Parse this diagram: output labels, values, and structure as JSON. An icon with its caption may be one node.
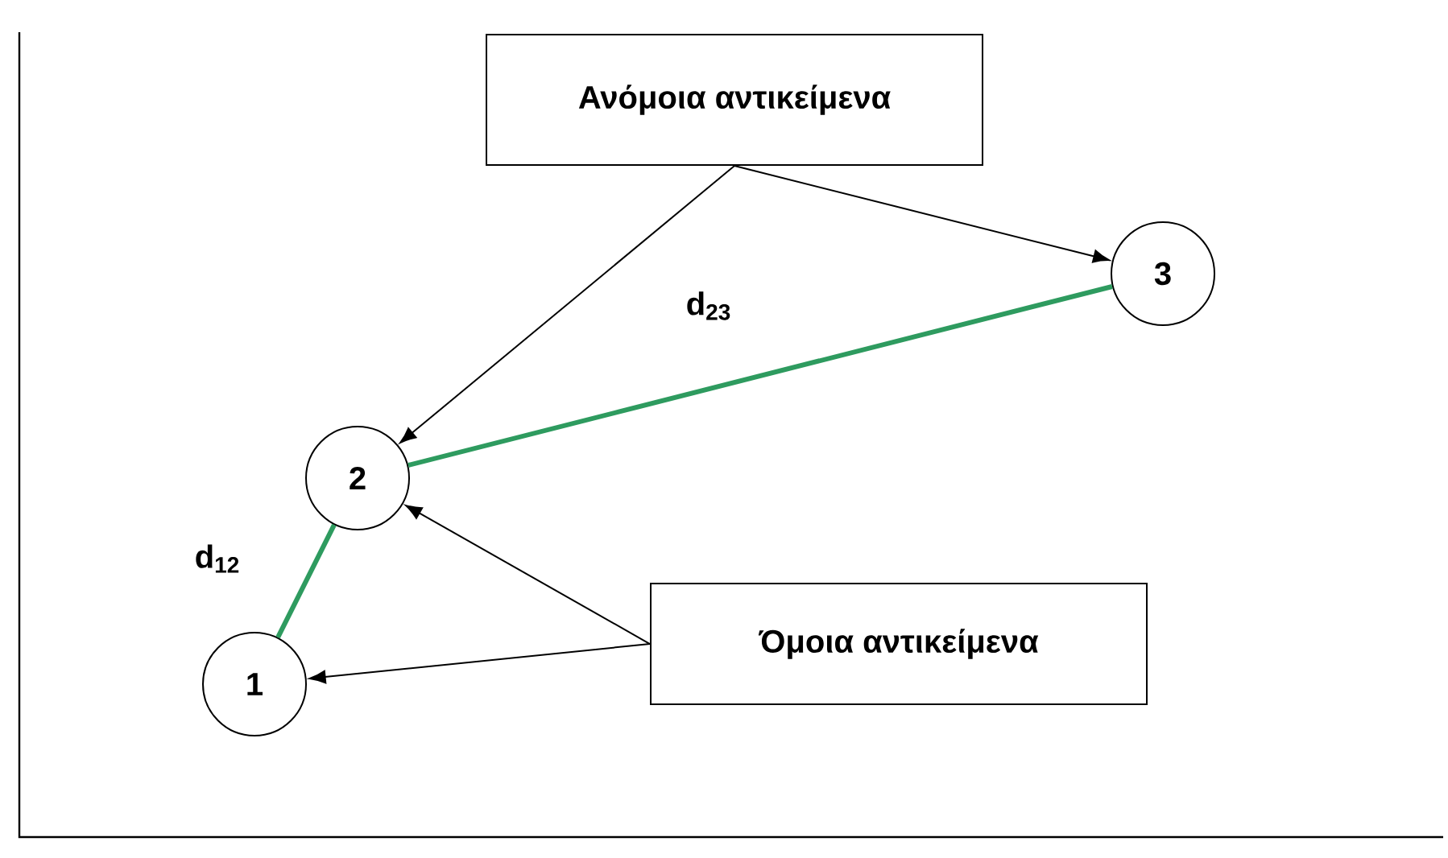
{
  "diagram": {
    "nodes": [
      {
        "text": [
          "Ανόμοια αντικείμενα"
        ]
      },
      {
        "text": [
          "3"
        ]
      },
      {
        "text": [
          "2"
        ]
      },
      {
        "text": [
          "Όμοια αντικείμενα"
        ]
      },
      {
        "text": [
          "1"
        ]
      }
    ],
    "edges": [
      {
        "from": 0,
        "to": 2,
        "arrow": "to"
      },
      {
        "from": 0,
        "to": 1,
        "arrow": "to"
      },
      {
        "from": 2,
        "to": 1,
        "arrow": "none",
        "label": "d$_{23}$",
        "style": "thick",
        "color": "#2e9b5f"
      },
      {
        "from": 4,
        "to": 2,
        "arrow": "none",
        "label": "d$_{12}$",
        "style": "thick",
        "color": "#2e9b5f"
      },
      {
        "from": 3,
        "to": 2,
        "arrow": "to"
      },
      {
        "from": 3,
        "to": 4,
        "arrow": "to"
      }
    ]
  }
}
